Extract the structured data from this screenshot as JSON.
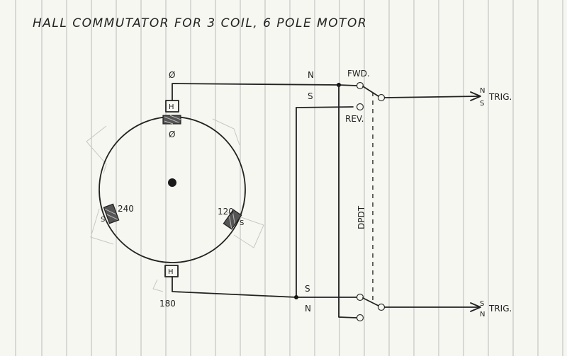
{
  "title": "HALL COMMUTATOR FOR 3 COIL, 6 POLE MOTOR",
  "rotor": {
    "sensor_top_letter": "H",
    "sensor_bottom_letter": "H",
    "angle_top_sensor": "Ø",
    "angle_top_magnet": "Ø",
    "angle_240": "240",
    "angle_120": "120",
    "angle_180": "180",
    "pole_left": "S",
    "pole_right": "S"
  },
  "wiring": {
    "n_top": "N",
    "s_top": "S",
    "s_bottom": "S",
    "n_bottom": "N"
  },
  "switch": {
    "fwd_label": "FWD.",
    "rev_label": "REV.",
    "type_label": "DPDT"
  },
  "outputs": {
    "top": {
      "n": "N",
      "s": "S",
      "label": "TRIG."
    },
    "bottom": {
      "s": "S",
      "n": "N",
      "label": "TRIG."
    }
  }
}
